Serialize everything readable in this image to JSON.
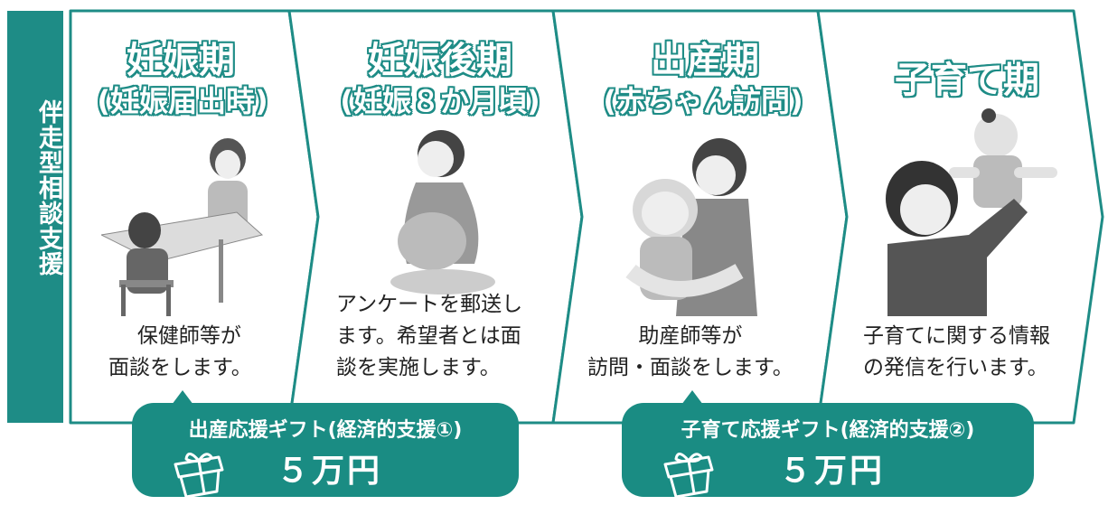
{
  "side_label": "伴走型相談支援",
  "colors": {
    "teal": "#1e8c86",
    "arrow_stroke": "#1e8c86",
    "gift_bg": "#1a8c83"
  },
  "stages": [
    {
      "title": "妊娠期",
      "subtitle": "(妊娠届出時)",
      "image_icon": "nurse-consultation-illustration",
      "desc_lines": [
        "保健師等が",
        "面談をします。"
      ]
    },
    {
      "title": "妊娠後期",
      "subtitle": "(妊娠８か月頃)",
      "image_icon": "pregnant-woman-illustration",
      "desc_lines": [
        "アンケートを郵送し",
        "ます。希望者とは面",
        "談を実施します。"
      ]
    },
    {
      "title": "出産期",
      "subtitle": "(赤ちゃん訪問)",
      "image_icon": "mother-baby-illustration",
      "desc_lines": [
        "助産師等が",
        "訪問・面談をします。"
      ]
    },
    {
      "title": "子育て期",
      "subtitle": "",
      "image_icon": "father-child-illustration",
      "desc_lines": [
        "子育てに関する情報",
        "の発信を行います。"
      ]
    }
  ],
  "gifts": [
    {
      "label": "出産応援ギフト(経済的支援①)",
      "amount": "５万円",
      "icon": "gift-box-icon"
    },
    {
      "label": "子育て応援ギフト(経済的支援②)",
      "amount": "５万円",
      "icon": "gift-box-icon"
    }
  ]
}
